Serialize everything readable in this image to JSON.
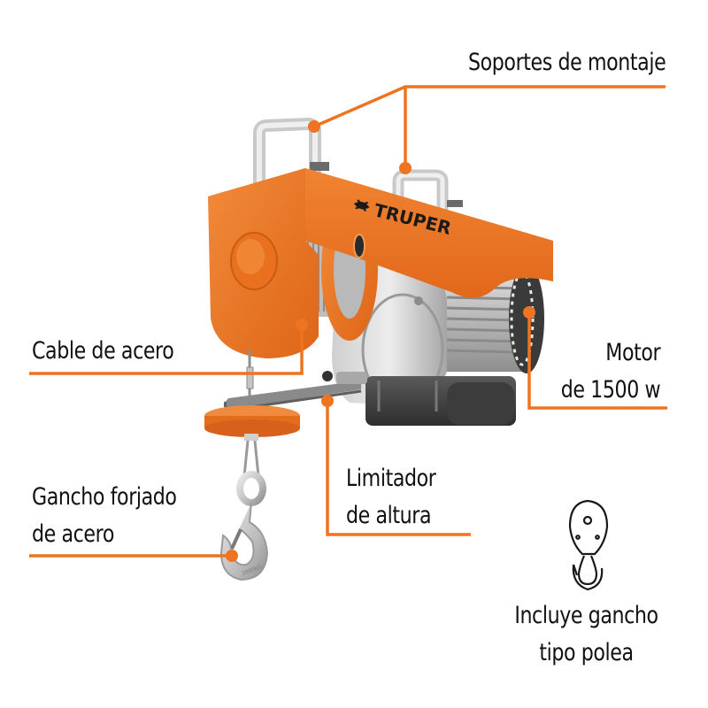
{
  "brand": {
    "name": "TRUPER",
    "accent_color": "#EE7422",
    "text_color": "#111111"
  },
  "callouts": [
    {
      "id": "soportes",
      "lines": [
        "Soportes de montaje"
      ]
    },
    {
      "id": "cable",
      "lines": [
        "Cable de acero"
      ]
    },
    {
      "id": "motor",
      "lines": [
        "Motor",
        "de 1500 w"
      ]
    },
    {
      "id": "limitador",
      "lines": [
        "Limitador",
        "de altura"
      ]
    },
    {
      "id": "gancho",
      "lines": [
        "Gancho forjado",
        "de acero"
      ]
    }
  ],
  "feature_badge": {
    "icon": "pulley-hook-icon",
    "lines": [
      "Incluye gancho",
      "tipo polea"
    ]
  },
  "product": {
    "type": "electric wire rope hoist",
    "logo_text": "TRUPER",
    "hook_marking": "2000KG"
  }
}
